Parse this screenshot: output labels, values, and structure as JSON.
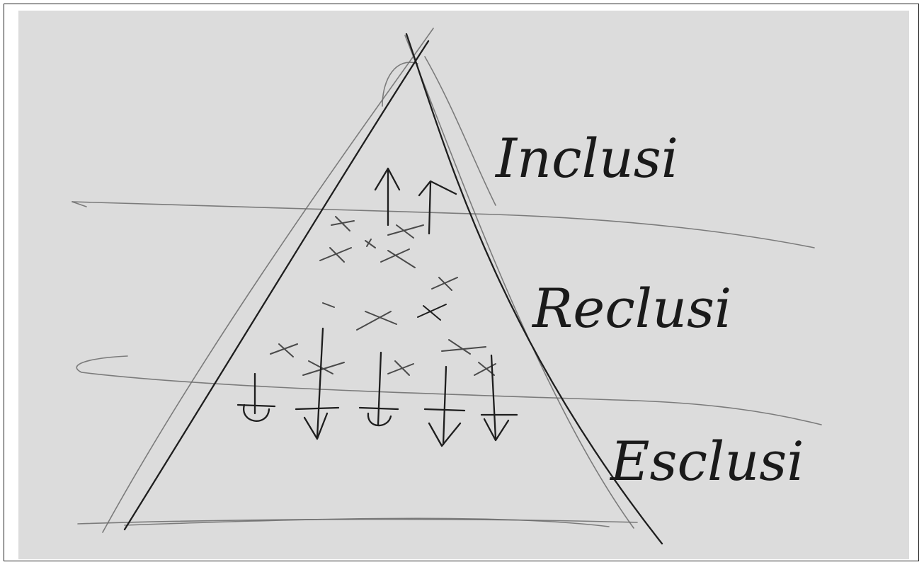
{
  "labels": {
    "top": "Inclusi",
    "middle": "Reclusi",
    "bottom": "Esclusi"
  },
  "colors": {
    "paper": "#dcdcdc",
    "ink": "#1e1e1e",
    "pencil": "#6a6a6a"
  },
  "icons": {
    "up_arrows": "arrow-up-icon",
    "down_arrows": "arrow-down-icon",
    "crosses": "cross-mark-icon"
  }
}
